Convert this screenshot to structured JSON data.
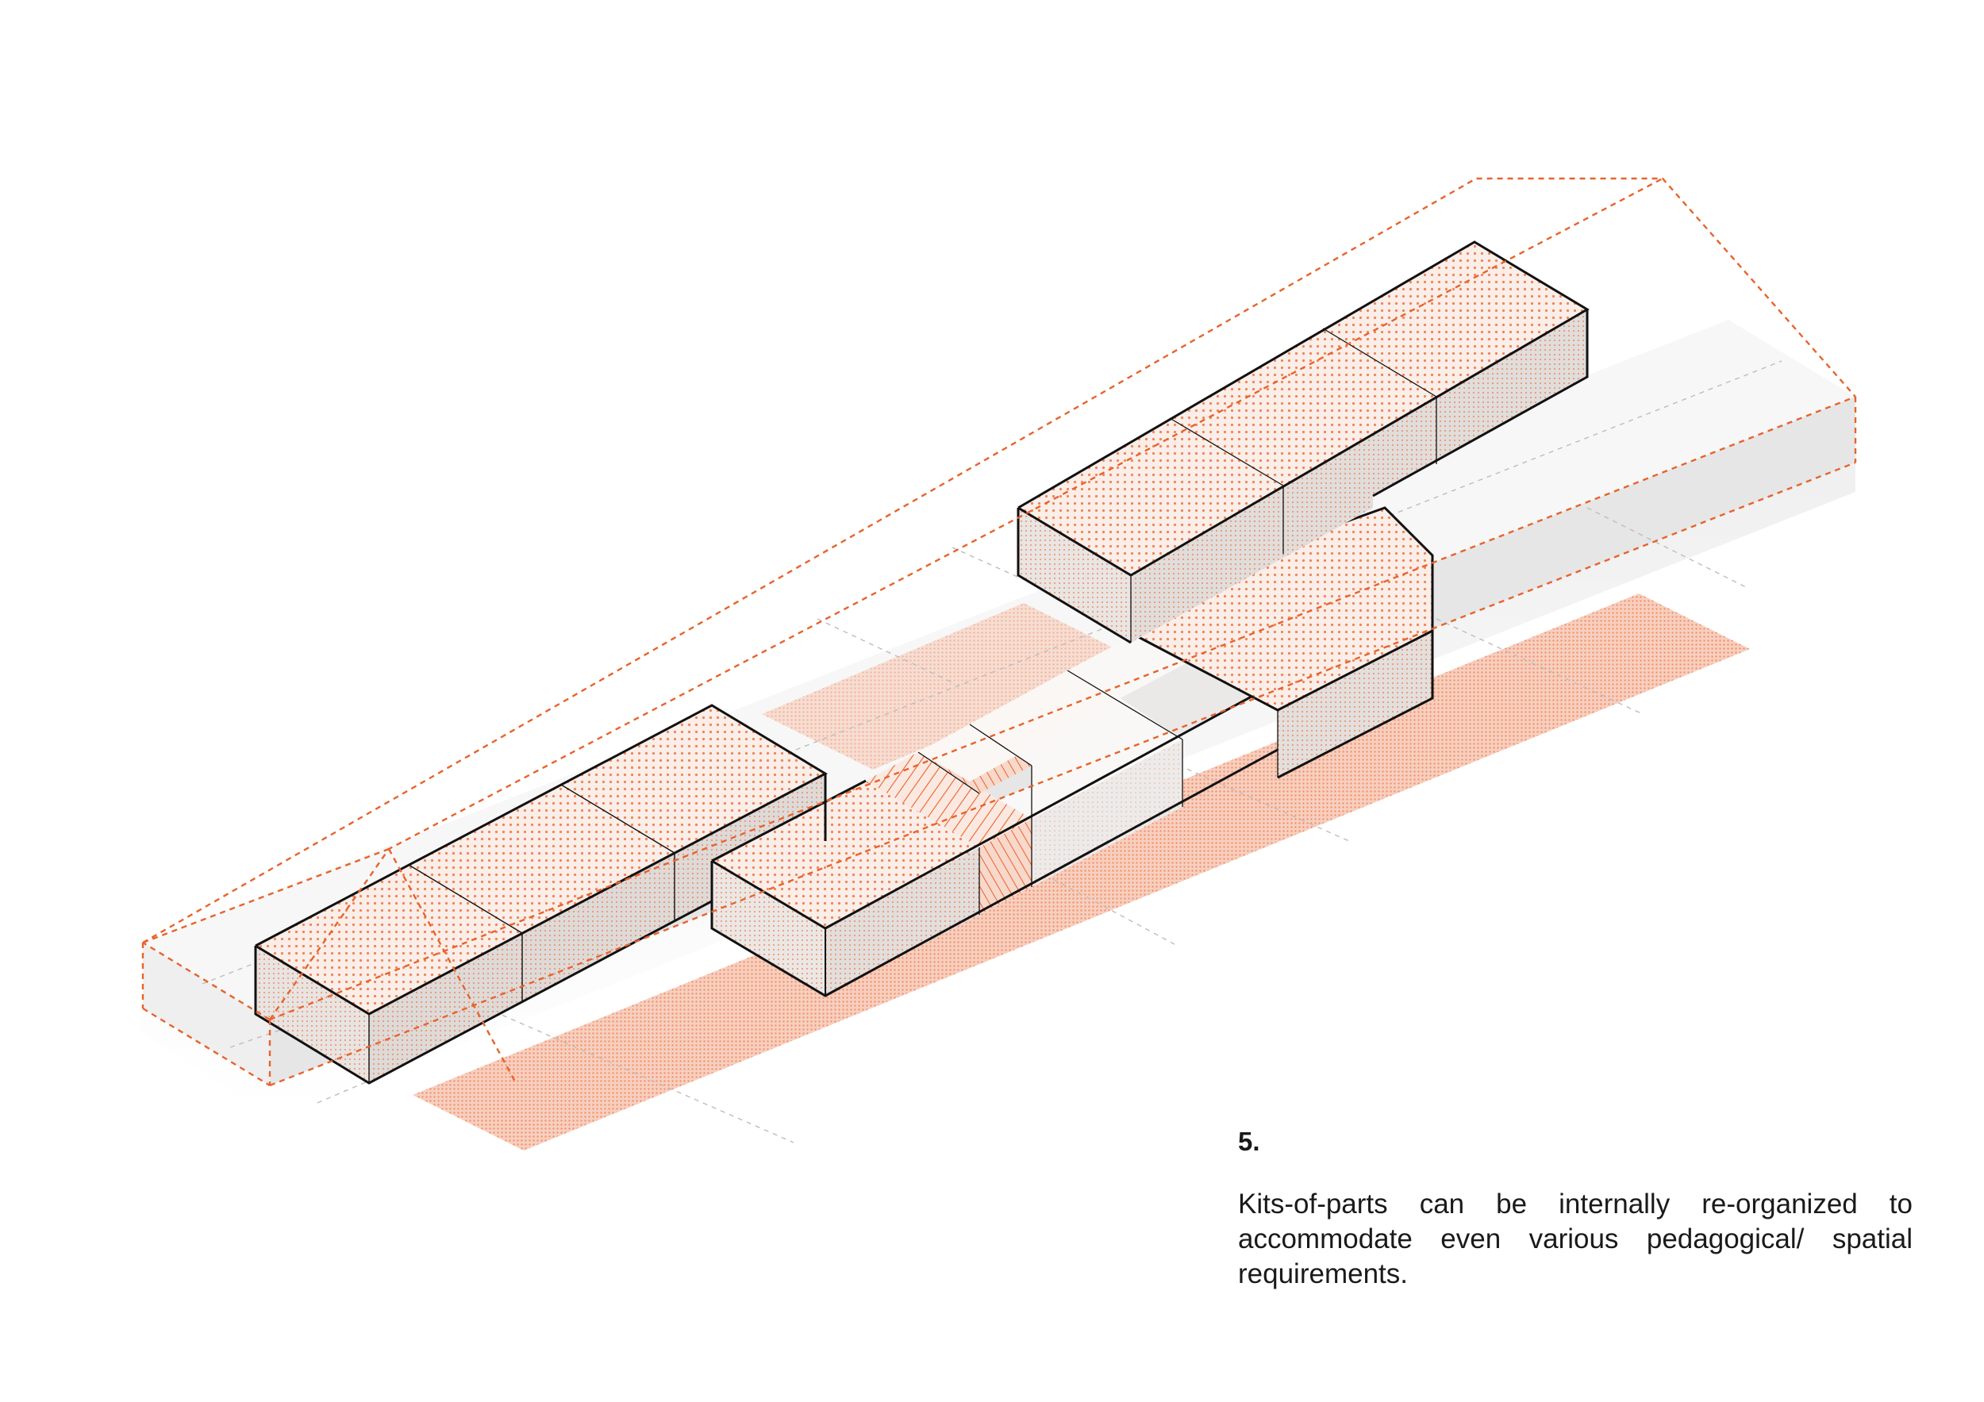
{
  "caption": {
    "step": "5.",
    "text": "Kits-of-parts can be internally re-organized to accommodate even various pedagogical/ spatial requirements."
  },
  "colors": {
    "accent": "#e8632c",
    "outline": "#111111",
    "module_top": "#fbeee8",
    "module_left": "#ece8e6",
    "module_right": "#e3dedc",
    "white_module_top": "#faf8f7",
    "white_module_left": "#f1efee",
    "white_module_right": "#e9e7e6",
    "plinth_top": "#f6f6f6",
    "plinth_side": "#ececec",
    "courtyard_fill": "#f2a488",
    "gridline": "#bdbdbd"
  },
  "icons": {
    "dot_pattern": "orange-dot-halftone",
    "hatch_pattern": "orange-diagonal-hatch"
  }
}
